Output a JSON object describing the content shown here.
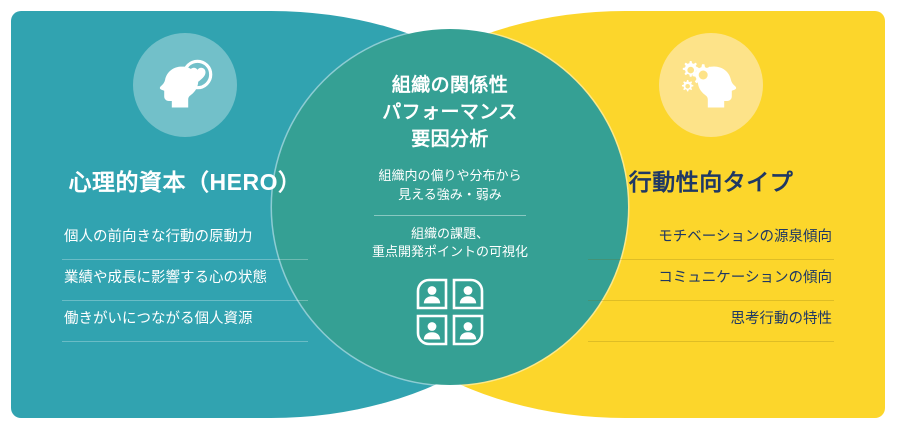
{
  "palette": {
    "left_panel_bg": "#31a3b0",
    "right_panel_bg": "#fcd62b",
    "center_circle_bg": "#35a094",
    "left_icon_badge_bg": "#72c0c9",
    "right_icon_badge_bg": "#fde389",
    "left_text": "#ffffff",
    "right_text": "#1f3864",
    "center_text": "#ffffff",
    "page_bg": "#ffffff"
  },
  "left_panel": {
    "icon": "head-with-heart-icon",
    "title": "心理的資本（HERO）",
    "items": [
      "個人の前向きな行動の原動力",
      "業績や成長に影響する心の状態",
      "働きがいにつながる個人資源"
    ]
  },
  "center_circle": {
    "icon": "four-people-group-icon",
    "title_lines": [
      "組織の関係性",
      "パフォーマンス",
      "要因分析"
    ],
    "subtitle_blocks": [
      [
        "組織内の偏りや分布から",
        "見える強み・弱み"
      ],
      [
        "組織の課題、",
        "重点開発ポイントの可視化"
      ]
    ]
  },
  "right_panel": {
    "icon": "head-with-gears-icon",
    "title": "行動性向タイプ",
    "items": [
      "モチベーションの源泉傾向",
      "コミュニケーションの傾向",
      "思考行動の特性"
    ]
  }
}
